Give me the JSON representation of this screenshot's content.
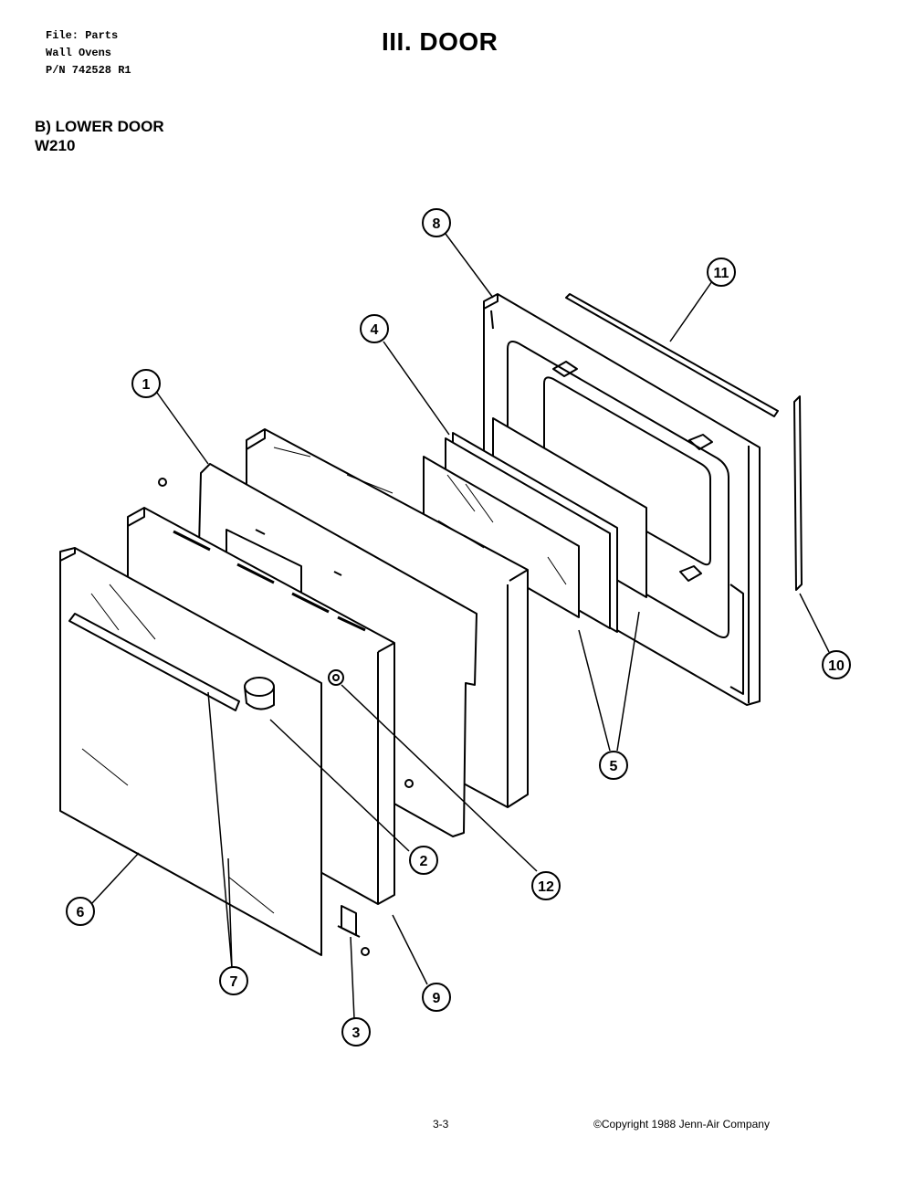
{
  "header": {
    "file_lines": [
      "File: Parts",
      "Wall Ovens",
      "P/N 742528 R1"
    ],
    "title": "III. DOOR"
  },
  "section": {
    "title": "B) LOWER DOOR",
    "model": "W210"
  },
  "callouts": [
    {
      "id": "callout-1",
      "label": "1"
    },
    {
      "id": "callout-2",
      "label": "2"
    },
    {
      "id": "callout-3",
      "label": "3"
    },
    {
      "id": "callout-4",
      "label": "4"
    },
    {
      "id": "callout-5",
      "label": "5"
    },
    {
      "id": "callout-6",
      "label": "6"
    },
    {
      "id": "callout-7",
      "label": "7"
    },
    {
      "id": "callout-8",
      "label": "8"
    },
    {
      "id": "callout-9",
      "label": "9"
    },
    {
      "id": "callout-10",
      "label": "10"
    },
    {
      "id": "callout-11",
      "label": "11"
    },
    {
      "id": "callout-12",
      "label": "12"
    }
  ],
  "footer": {
    "page": "3-3",
    "copyright": "©Copyright 1988 Jenn-Air Company"
  }
}
